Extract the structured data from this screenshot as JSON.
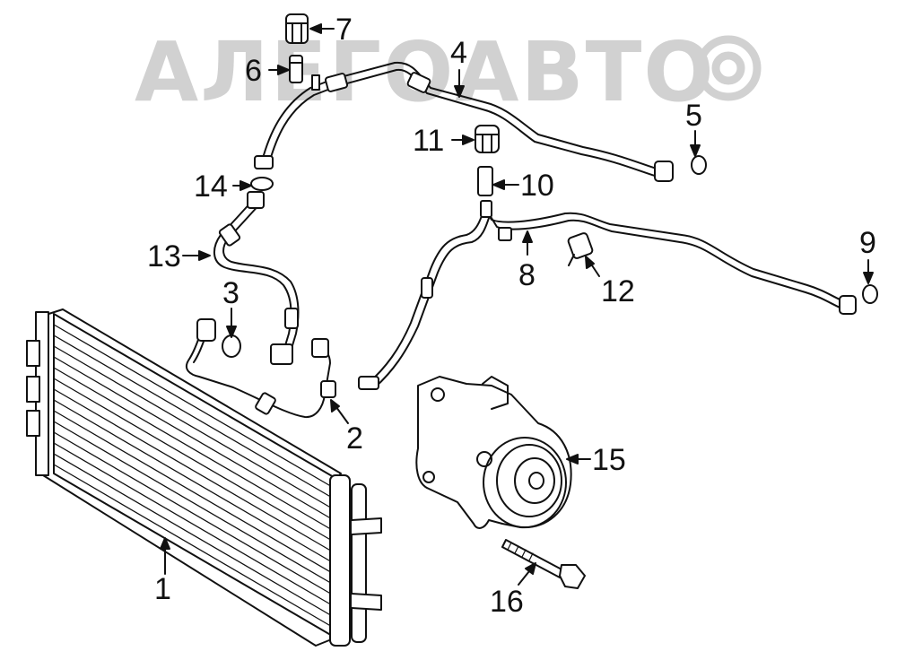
{
  "watermark": {
    "text": "АЛЕГОАВТО",
    "color": "#c9c9c9"
  },
  "callouts": [
    {
      "id": "1",
      "label": "1"
    },
    {
      "id": "2",
      "label": "2"
    },
    {
      "id": "3",
      "label": "3"
    },
    {
      "id": "4",
      "label": "4"
    },
    {
      "id": "5",
      "label": "5"
    },
    {
      "id": "6",
      "label": "6"
    },
    {
      "id": "7",
      "label": "7"
    },
    {
      "id": "8",
      "label": "8"
    },
    {
      "id": "9",
      "label": "9"
    },
    {
      "id": "10",
      "label": "10"
    },
    {
      "id": "11",
      "label": "11"
    },
    {
      "id": "12",
      "label": "12"
    },
    {
      "id": "13",
      "label": "13"
    },
    {
      "id": "14",
      "label": "14"
    },
    {
      "id": "15",
      "label": "15"
    },
    {
      "id": "16",
      "label": "16"
    }
  ],
  "colors": {
    "line": "#111111",
    "background": "#ffffff"
  }
}
